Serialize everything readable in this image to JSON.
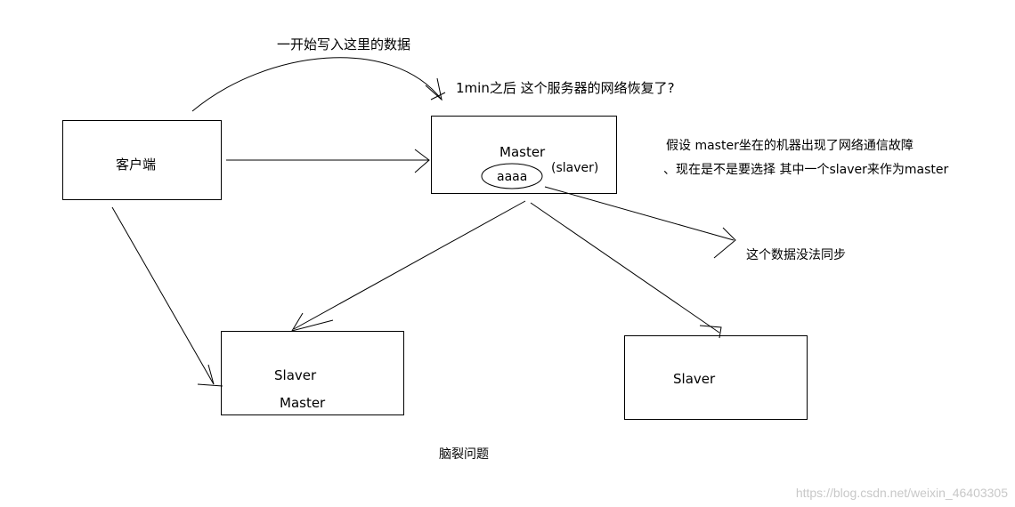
{
  "annotations": {
    "initial_write": "一开始写入这里的数据",
    "recovery": "1min之后 这个服务器的网络恢复了?",
    "failure_line1": "假设 master坐在的机器出现了网络通信故障",
    "failure_line2": "、现在是不是要选择 其中一个slaver来作为master",
    "cannot_sync": "这个数据没法同步",
    "caption": "脑裂问题"
  },
  "nodes": {
    "client": {
      "label": "客户端"
    },
    "master": {
      "label": "Master",
      "role_note": "(slaver)",
      "data": "aaaa"
    },
    "left_slave": {
      "label": "Slaver",
      "new_role": "Master"
    },
    "right_slave": {
      "label": "Slaver"
    }
  },
  "watermark": "https://blog.csdn.net/weixin_46403305",
  "colors": {
    "ink": "#000000",
    "background": "#ffffff",
    "watermark": "#c8c8c8"
  }
}
